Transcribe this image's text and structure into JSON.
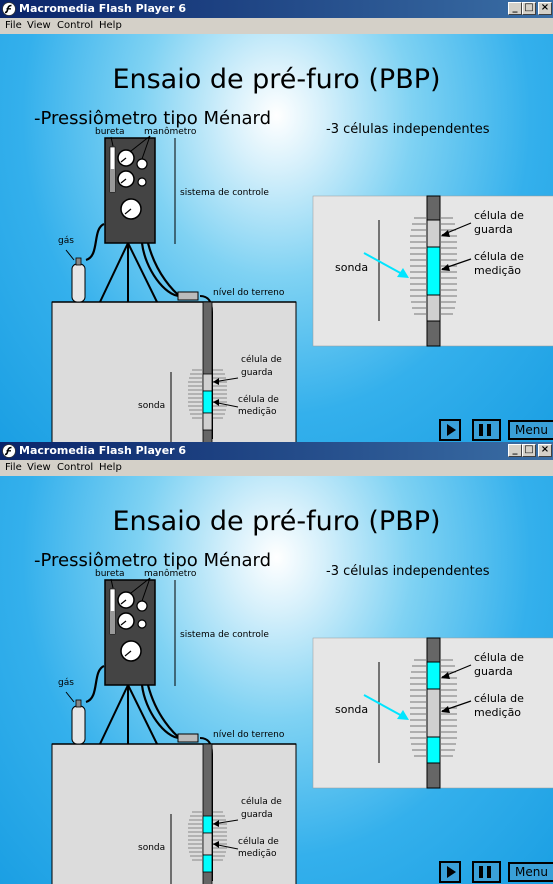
{
  "window": {
    "title": "Macromedia Flash Player 6",
    "buttons": [
      "_",
      "□",
      "×"
    ]
  },
  "menubar": {
    "items": [
      "File",
      "View",
      "Control",
      "Help"
    ]
  },
  "slide": {
    "title": "Ensaio de pré-furo (PBP)",
    "subtitle": "-Pressiômetro tipo Ménard",
    "note": "-3 células independentes",
    "labels": {
      "bureta": "bureta",
      "manometro": "manômetro",
      "sistema": "sistema de controle",
      "gas": "gás",
      "nivel": "nível do terreno",
      "celula_guarda_1": "célula de",
      "celula_guarda_2": "guarda",
      "celula_medicao_1": "célula de",
      "celula_medicao_2": "medição",
      "sonda": "sonda"
    },
    "controls": {
      "play_icon": "play-icon",
      "pause_icon": "pause-icon",
      "menu_label": "Menu"
    },
    "colors": {
      "cell_active": "#00ffff",
      "cell_inactive": "#d0d0d0",
      "ground": "#dcdcdc",
      "stage_blue": "#1b9fe3"
    }
  },
  "frames": [
    {
      "active_cells": [
        "medicao"
      ]
    },
    {
      "active_cells": [
        "guarda_top",
        "guarda_bottom"
      ]
    }
  ]
}
